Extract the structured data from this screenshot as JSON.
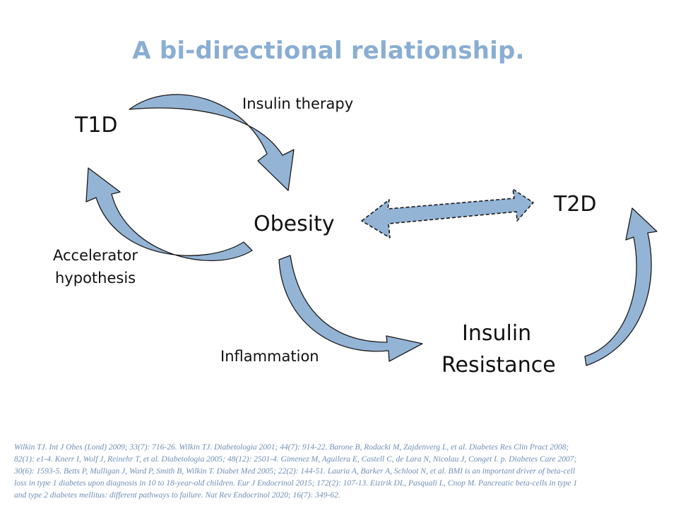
{
  "slide": {
    "title": "A bi-directional relationship."
  },
  "diagram": {
    "nodes": {
      "t1d": "T1D",
      "obesity": "Obesity",
      "t2d": "T2D",
      "insulin_resistance_line1": "Insulin",
      "insulin_resistance_line2": "Resistance"
    },
    "edges": {
      "insulin_therapy": "Insulin therapy",
      "accelerator_line1": "Accelerator",
      "accelerator_line2": "hypothesis",
      "inflammation": "Inflammation"
    },
    "colors": {
      "arrow_fill": "#94b4d6",
      "arrow_stroke": "#1a1a1a",
      "title": "#8aaed3",
      "references": "#6e8fb5"
    }
  },
  "references": [
    "Wilkin TJ. Int J Obes (Lond) 2009; 33(7): 716-26. Wilkin TJ. Diabetologia 2001; 44(7): 914-22. Barone B, Rodacki M, Zajdenverg L, et al. Diabetes Res Clin Pract 2008;",
    "82(1): e1-4. Knerr I, Wolf J, Reinehr T, et al. Diabetologia 2005; 48(12): 2501-4. Gimenez M, Aguilera E, Castell C, de Lara N, Nicolau J, Conget I. p. Diabetes Care 2007;",
    "30(6): 1593-5. Betts P, Mulligan J, Ward P, Smith B, Wilkin T. Diabet Med 2005; 22(2): 144-51. Lauria A, Barker A, Schloot N, et al. BMI is an important driver of beta-cell",
    "loss in type 1 diabetes upon diagnosis in 10 to 18-year-old children. Eur J Endocrinol 2015; 172(2): 107-13. Eizirik DL, Pasquali L, Cnop M. Pancreatic beta-cells in type 1",
    "and type 2 diabetes mellitus: different pathways to failure. Nat Rev Endocrinol 2020; 16(7): 349-62."
  ]
}
